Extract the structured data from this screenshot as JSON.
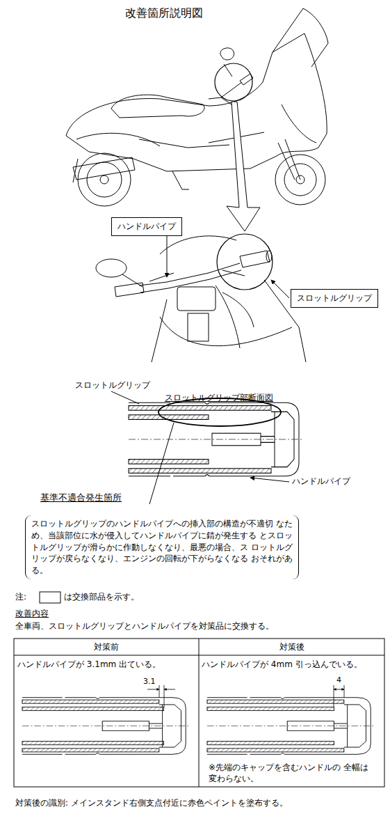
{
  "diagram": {
    "title": "改善箇所説明図",
    "nodes": [
      {
        "text": [
          "ハンドルパイプ"
        ]
      },
      {
        "text": [
          "スロットルグリップ"
        ]
      },
      {
        "text": [
          "スロットルグリップのハンドルパイプへの挿入部の構造が不適切 なため、当該部位に水が侵入してハンドルパイプに錆が発生する とスロットルグリップが滑らかに作動しなくなり、最悪の場合、ス ロットルグリップが戻らなくなり、エンジンの回転が下がらなくなる おそれがある。"
        ]
      }
    ],
    "labels": [
      "スロットルグリップ",
      "スロットルグリップ部断面図",
      "ハンドルパイプ",
      "基準不適合発生箇所",
      "注:",
      "は交換部品を示す。",
      "改善内容",
      "全車両、スロットルグリップとハンドルパイプを対策品に交換する。",
      "対策前",
      "対策後",
      "ハンドルパイプが 3.1mm 出ている。",
      "3.1",
      "ハンドルパイプが 4mm 引っ込んでいる。",
      "4",
      "※先端のキャップを含むハンドルの 全幅は変わらない。",
      "対策後の識別: メインスタンド右側支点付近に赤色ペイントを塗布する。"
    ]
  }
}
